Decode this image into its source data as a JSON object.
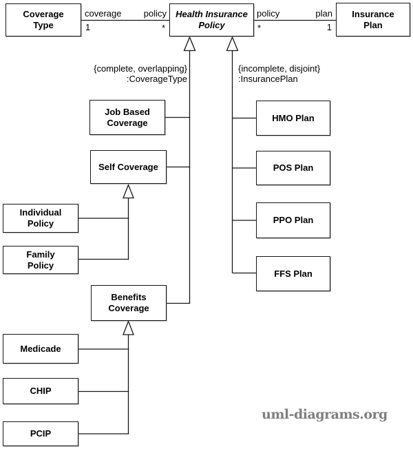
{
  "classes": {
    "coverage_type": "Coverage\nType",
    "health_insurance_policy": "Health Insurance\nPolicy",
    "insurance_plan": "Insurance\nPlan",
    "job_based_coverage": "Job Based\nCoverage",
    "self_coverage": "Self Coverage",
    "benefits_coverage": "Benefits\nCoverage",
    "hmo_plan": "HMO Plan",
    "pos_plan": "POS Plan",
    "ppo_plan": "PPO Plan",
    "ffs_plan": "FFS Plan",
    "individual_policy": "Individual\nPolicy",
    "family_policy": "Family\nPolicy",
    "medicade": "Medicade",
    "chip": "CHIP",
    "pcip": "PCIP"
  },
  "associations": {
    "coverage_type_policy": {
      "role_a": "coverage",
      "mult_a": "1",
      "role_b": "policy",
      "mult_b": "*"
    },
    "policy_insurance_plan": {
      "role_a": "policy",
      "mult_a": "*",
      "role_b": "plan",
      "mult_b": "1"
    }
  },
  "constraints": {
    "coverage_type_generalization": "{complete, overlapping}\n:CoverageType",
    "insurance_plan_generalization": "{incomplete, disjoint}\n:InsurancePlan"
  },
  "watermark": "uml-diagrams.org",
  "colors": {
    "line": "#000000",
    "text": "#000000",
    "watermark": "#7f7f7f",
    "background": "#ffffff"
  }
}
